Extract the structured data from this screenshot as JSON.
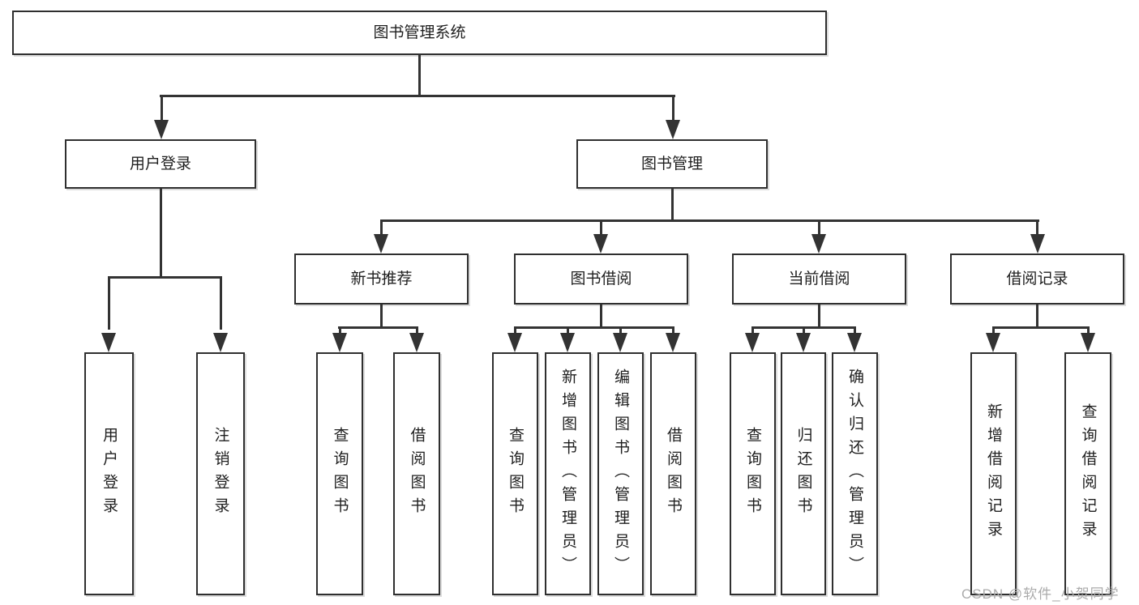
{
  "diagram": {
    "title_node": {
      "label": "图书管理系统"
    },
    "level2": [
      {
        "id": "user-login",
        "label": "用户登录"
      },
      {
        "id": "book-management",
        "label": "图书管理"
      }
    ],
    "level3": [
      {
        "id": "new-book-recommend",
        "label": "新书推荐"
      },
      {
        "id": "book-borrow",
        "label": "图书借阅"
      },
      {
        "id": "current-borrow",
        "label": "当前借阅"
      },
      {
        "id": "borrow-records",
        "label": "借阅记录"
      }
    ],
    "leaves": [
      {
        "id": "user-login",
        "label": "用户登录"
      },
      {
        "id": "logout-login",
        "label": "注销登录"
      },
      {
        "id": "query-books-recommend",
        "label": "查询图书"
      },
      {
        "id": "borrow-books-recommend",
        "label": "借阅图书"
      },
      {
        "id": "query-books-borrow",
        "label": "查询图书"
      },
      {
        "id": "add-books-admin",
        "label": "新增图书（管理员）"
      },
      {
        "id": "edit-books-admin",
        "label": "编辑图书（管理员）"
      },
      {
        "id": "borrow-books",
        "label": "借阅图书"
      },
      {
        "id": "query-books-current",
        "label": "查询图书"
      },
      {
        "id": "return-books",
        "label": "归还图书"
      },
      {
        "id": "confirm-return-admin",
        "label": "确认归还（管理员）"
      },
      {
        "id": "add-borrow-record",
        "label": "新增借阅记录"
      },
      {
        "id": "query-borrow-record",
        "label": "查询借阅记录"
      }
    ]
  },
  "watermark": {
    "text": "CSDN @软件_小贺同学"
  },
  "colors": {
    "line": "#333333",
    "box_border": "#2f2f2f",
    "text": "#1f1f1f",
    "watermark": "#ababab",
    "background": "#ffffff"
  }
}
